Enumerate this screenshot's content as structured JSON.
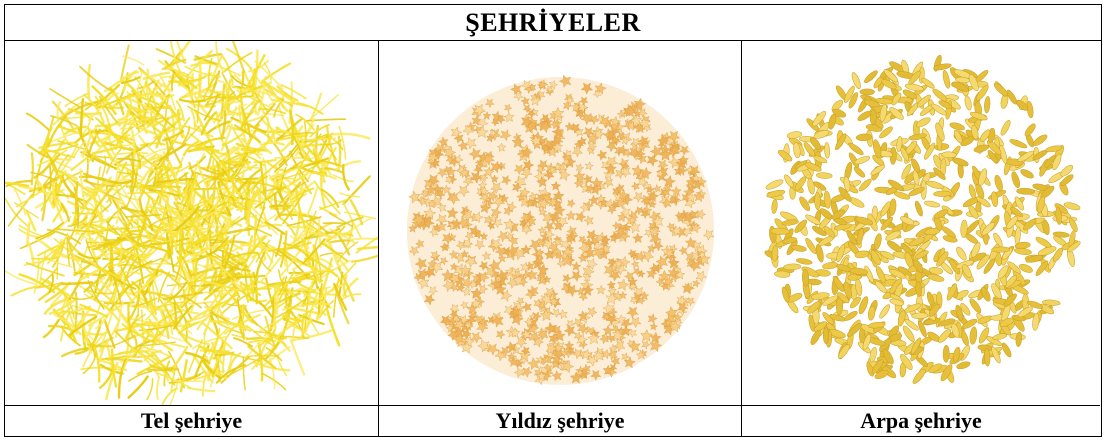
{
  "title": "ŞEHRİYELER",
  "items": [
    {
      "caption": "Tel şehriye",
      "image": "tel-sehriye-photo"
    },
    {
      "caption": "Yıldız şehriye",
      "image": "yildiz-sehriye-photo"
    },
    {
      "caption": "Arpa şehriye",
      "image": "arpa-sehriye-photo"
    }
  ],
  "colors": {
    "tel_pasta": "#f2dc1e",
    "yildiz_pasta": "#f3c97a",
    "arpa_pasta": "#e9c94a",
    "border": "#000000"
  }
}
